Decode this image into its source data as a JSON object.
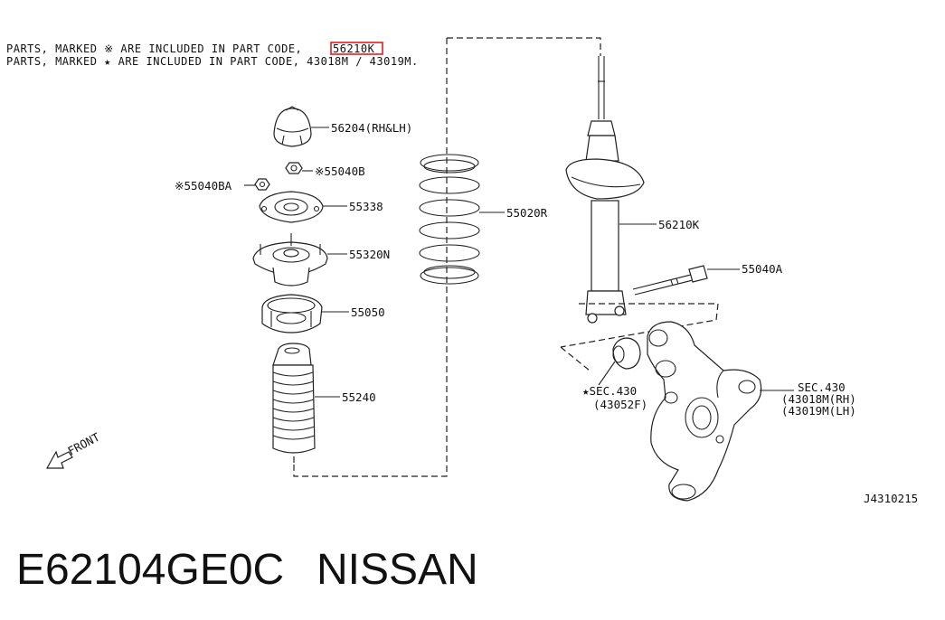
{
  "notes": {
    "line1_prefix": "PARTS, MARKED ※ ARE INCLUDED IN PART CODE,",
    "line1_code": "56210K",
    "line2": "PARTS, MARKED ★ ARE INCLUDED IN PART CODE, 43018M / 43019M."
  },
  "highlight_color": "#e0201c",
  "labels": {
    "bump_cap": "56204(RH&LH)",
    "nut_b": "※55040B",
    "nut_ba": "※55040BA",
    "plate": "55338",
    "mount": "55320N",
    "spring": "55020R",
    "strut": "56210K",
    "seat": "55050",
    "bolt": "55040A",
    "boot": "55240",
    "sec430_knuckle": "SEC.430",
    "knuckle_rh": "(43018M(RH)",
    "knuckle_lh": "(43019M(LH)",
    "sec430_bush": "★SEC.430",
    "bush_code": "(43052F)",
    "front": "FRONT",
    "diagram_id": "J4310215"
  },
  "caption": {
    "part_number": "E62104GE0C",
    "brand": "NISSAN"
  },
  "icons": {
    "front_arrow": "front-arrow-icon"
  }
}
